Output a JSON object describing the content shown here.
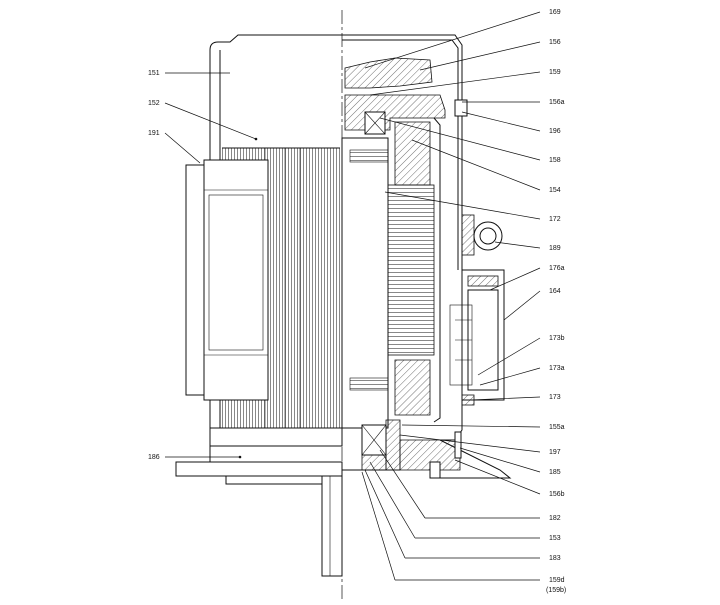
{
  "labels_right": [
    "169",
    "156",
    "159",
    "156a",
    "196",
    "158",
    "154",
    "172",
    "189",
    "176a",
    "164",
    "173b",
    "173a",
    "173",
    "155a",
    "197",
    "185",
    "156b",
    "182",
    "153",
    "183",
    "159d",
    "(159b)"
  ],
  "labels_left": [
    "151",
    "152",
    "191",
    "186"
  ]
}
